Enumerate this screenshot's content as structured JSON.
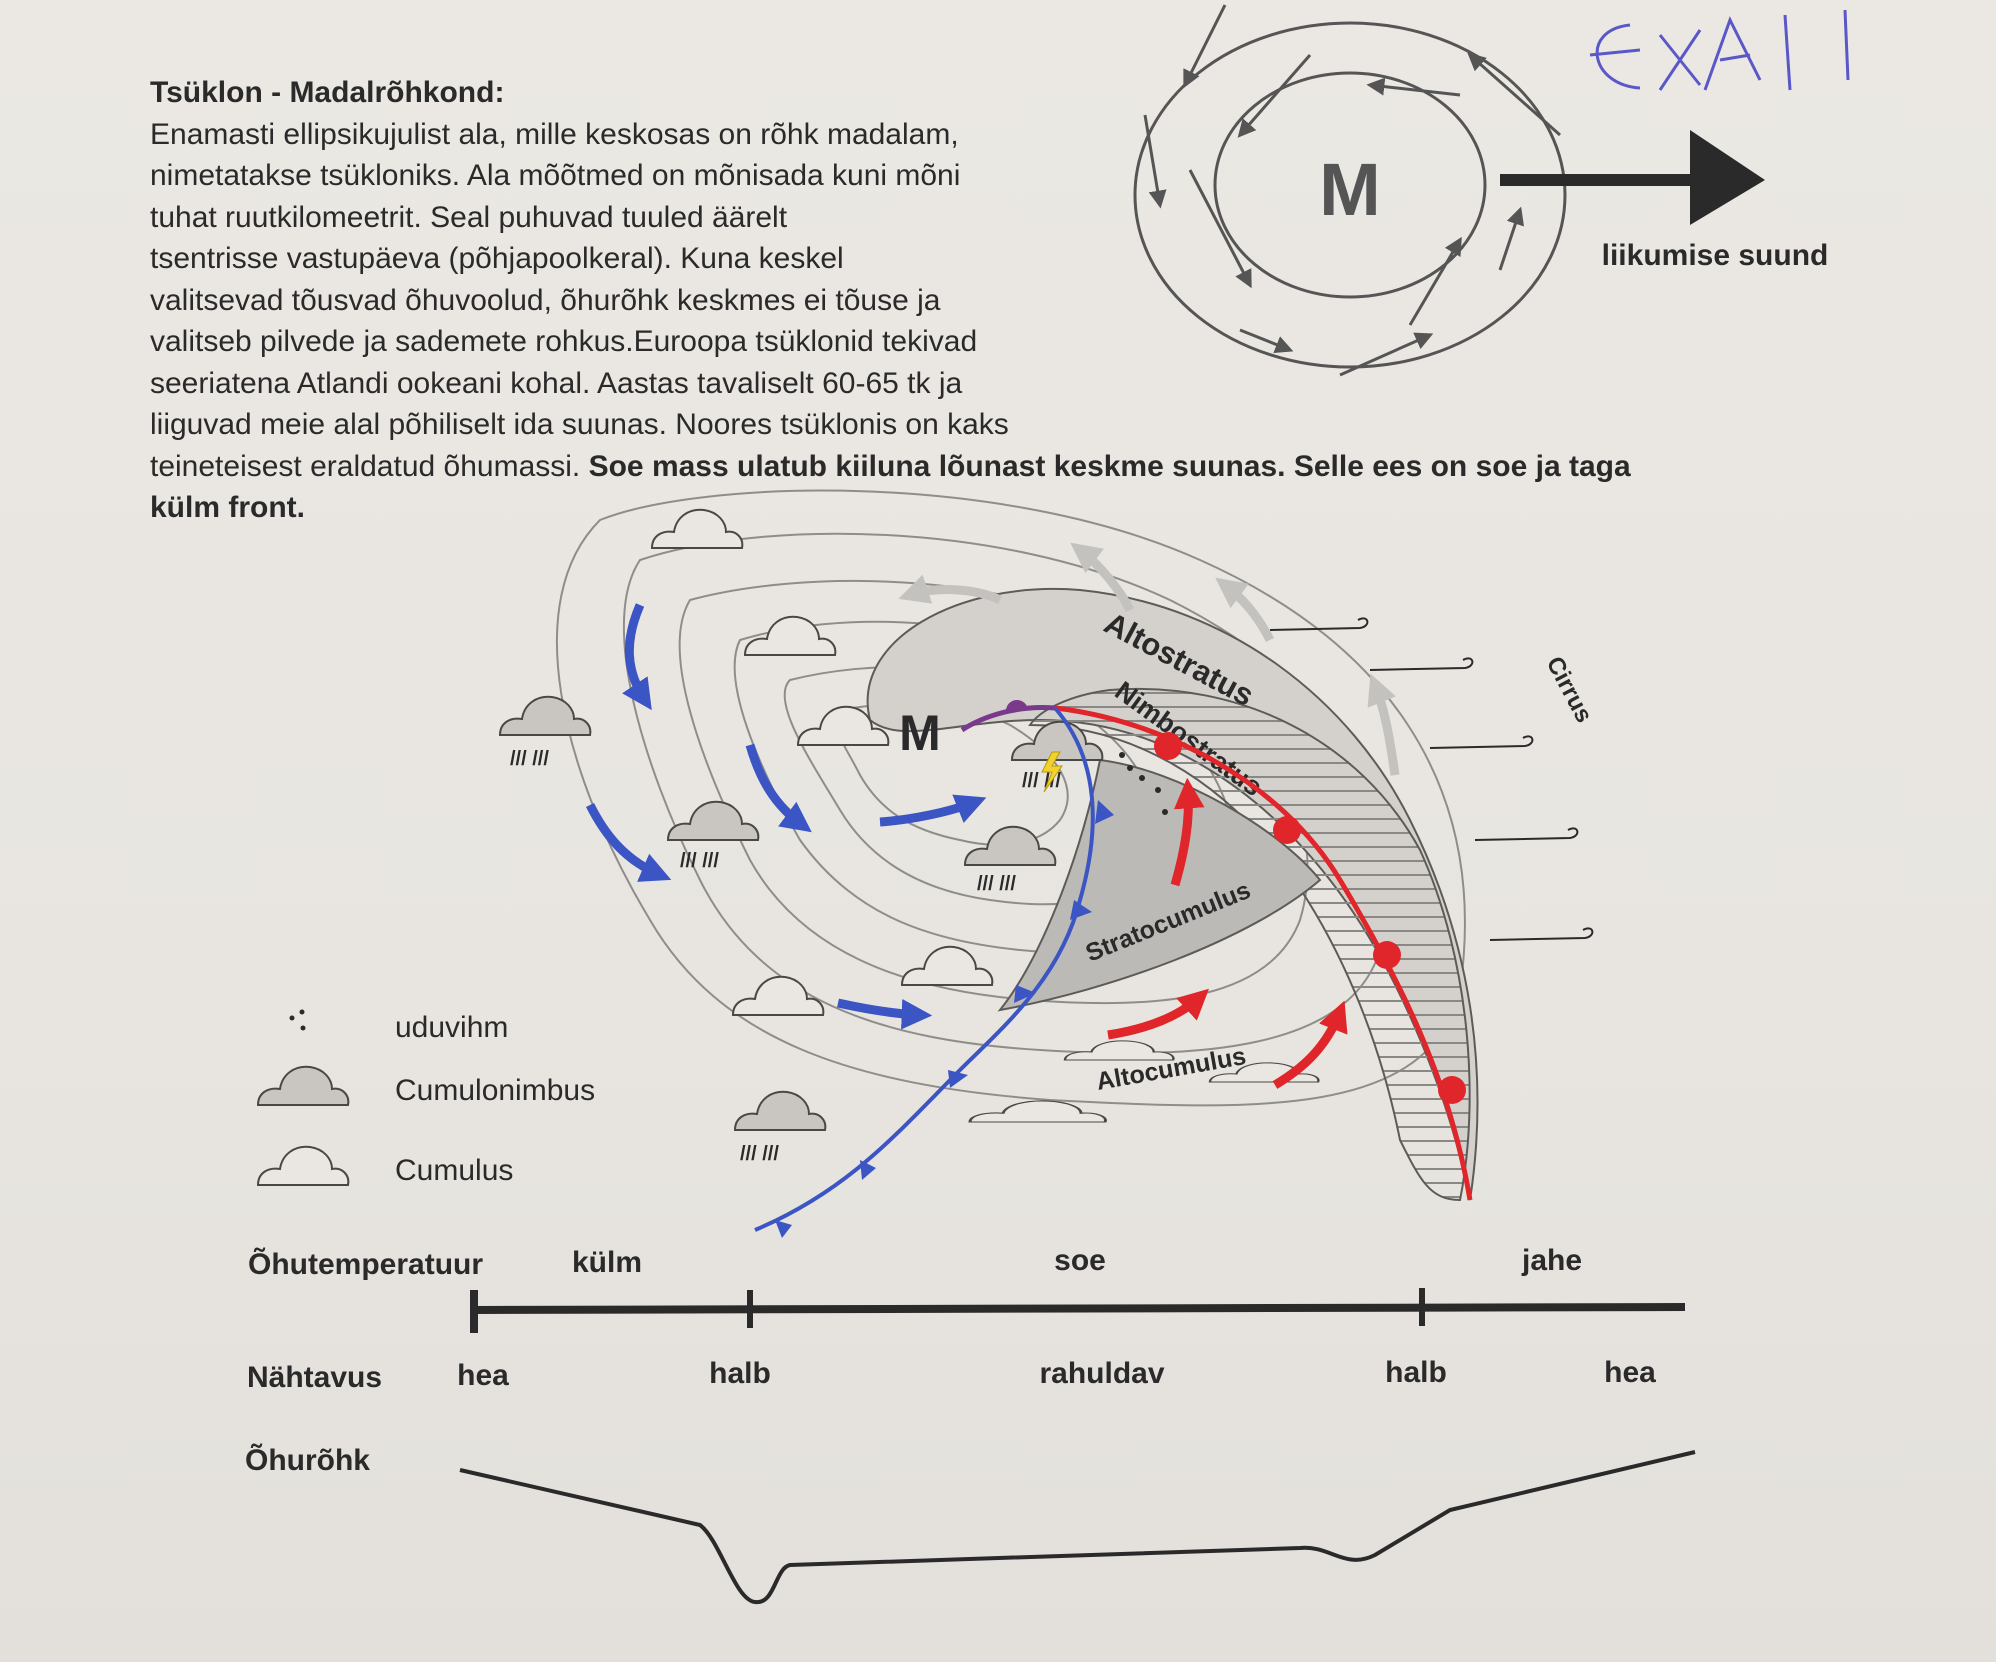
{
  "text": {
    "title": "Tsüklon - Madalrõhkond:",
    "lines": [
      "Enamasti ellipsikujulist ala, mille keskosas on rõhk madalam,",
      "nimetatakse tsükloniks. Ala mõõtmed on mõnisada kuni mõni",
      "tuhat ruutkilomeetrit. Seal puhuvad tuuled äärelt",
      "tsentrisse vastupäeva (põhjapoolkeral). Kuna keskel",
      "valitsevad tõusvad õhuvoolud, õhurõhk keskmes ei tõuse ja",
      "valitseb pilvede ja sademete rohkus.Euroopa tsüklonid tekivad",
      "seeriatena Atlandi ookeani kohal. Aastas tavaliselt 60-65 tk ja",
      "liiguvad meie alal põhiliselt ida suunas. Noores tsüklonis on kaks"
    ],
    "line9_normal": "teineteisest eraldatud õhumassi. ",
    "line9_bold": "Soe mass ulatub kiiluna lõunast keskme suunas. Selle ees on soe ja taga",
    "line10_bold": "külm front."
  },
  "top_diagram": {
    "center_label": "M",
    "direction_label": "liikumise suund"
  },
  "main_diagram": {
    "center_label": "M",
    "cloud_labels": {
      "altostratus": "Altostratus",
      "nimbostratus": "Nimbostratus",
      "cirrus": "Cirrus",
      "stratocumulus": "Stratocumulus",
      "altocumulus": "Altocumulus"
    },
    "rain_mark": "/// ///"
  },
  "legend": {
    "items": [
      {
        "symbol": "drizzle",
        "label": "uduvihm"
      },
      {
        "symbol": "cumulonimbus",
        "label": "Cumulonimbus"
      },
      {
        "symbol": "cumulus",
        "label": "Cumulus"
      }
    ]
  },
  "scale": {
    "temperature_label": "Õhutemperatuur",
    "temperature_values": [
      "külm",
      "soe",
      "jahe"
    ],
    "visibility_label": "Nähtavus",
    "visibility_values": [
      "hea",
      "halb",
      "rahuldav",
      "halb",
      "hea"
    ],
    "pressure_label": "Õhurõhk"
  },
  "colors": {
    "cold_front": "#3b55c4",
    "warm_front": "#e0262a",
    "occlusion": "#7a3a8c",
    "cloud_fill": "#c9c6c1",
    "ink": "#2a2a2a"
  }
}
